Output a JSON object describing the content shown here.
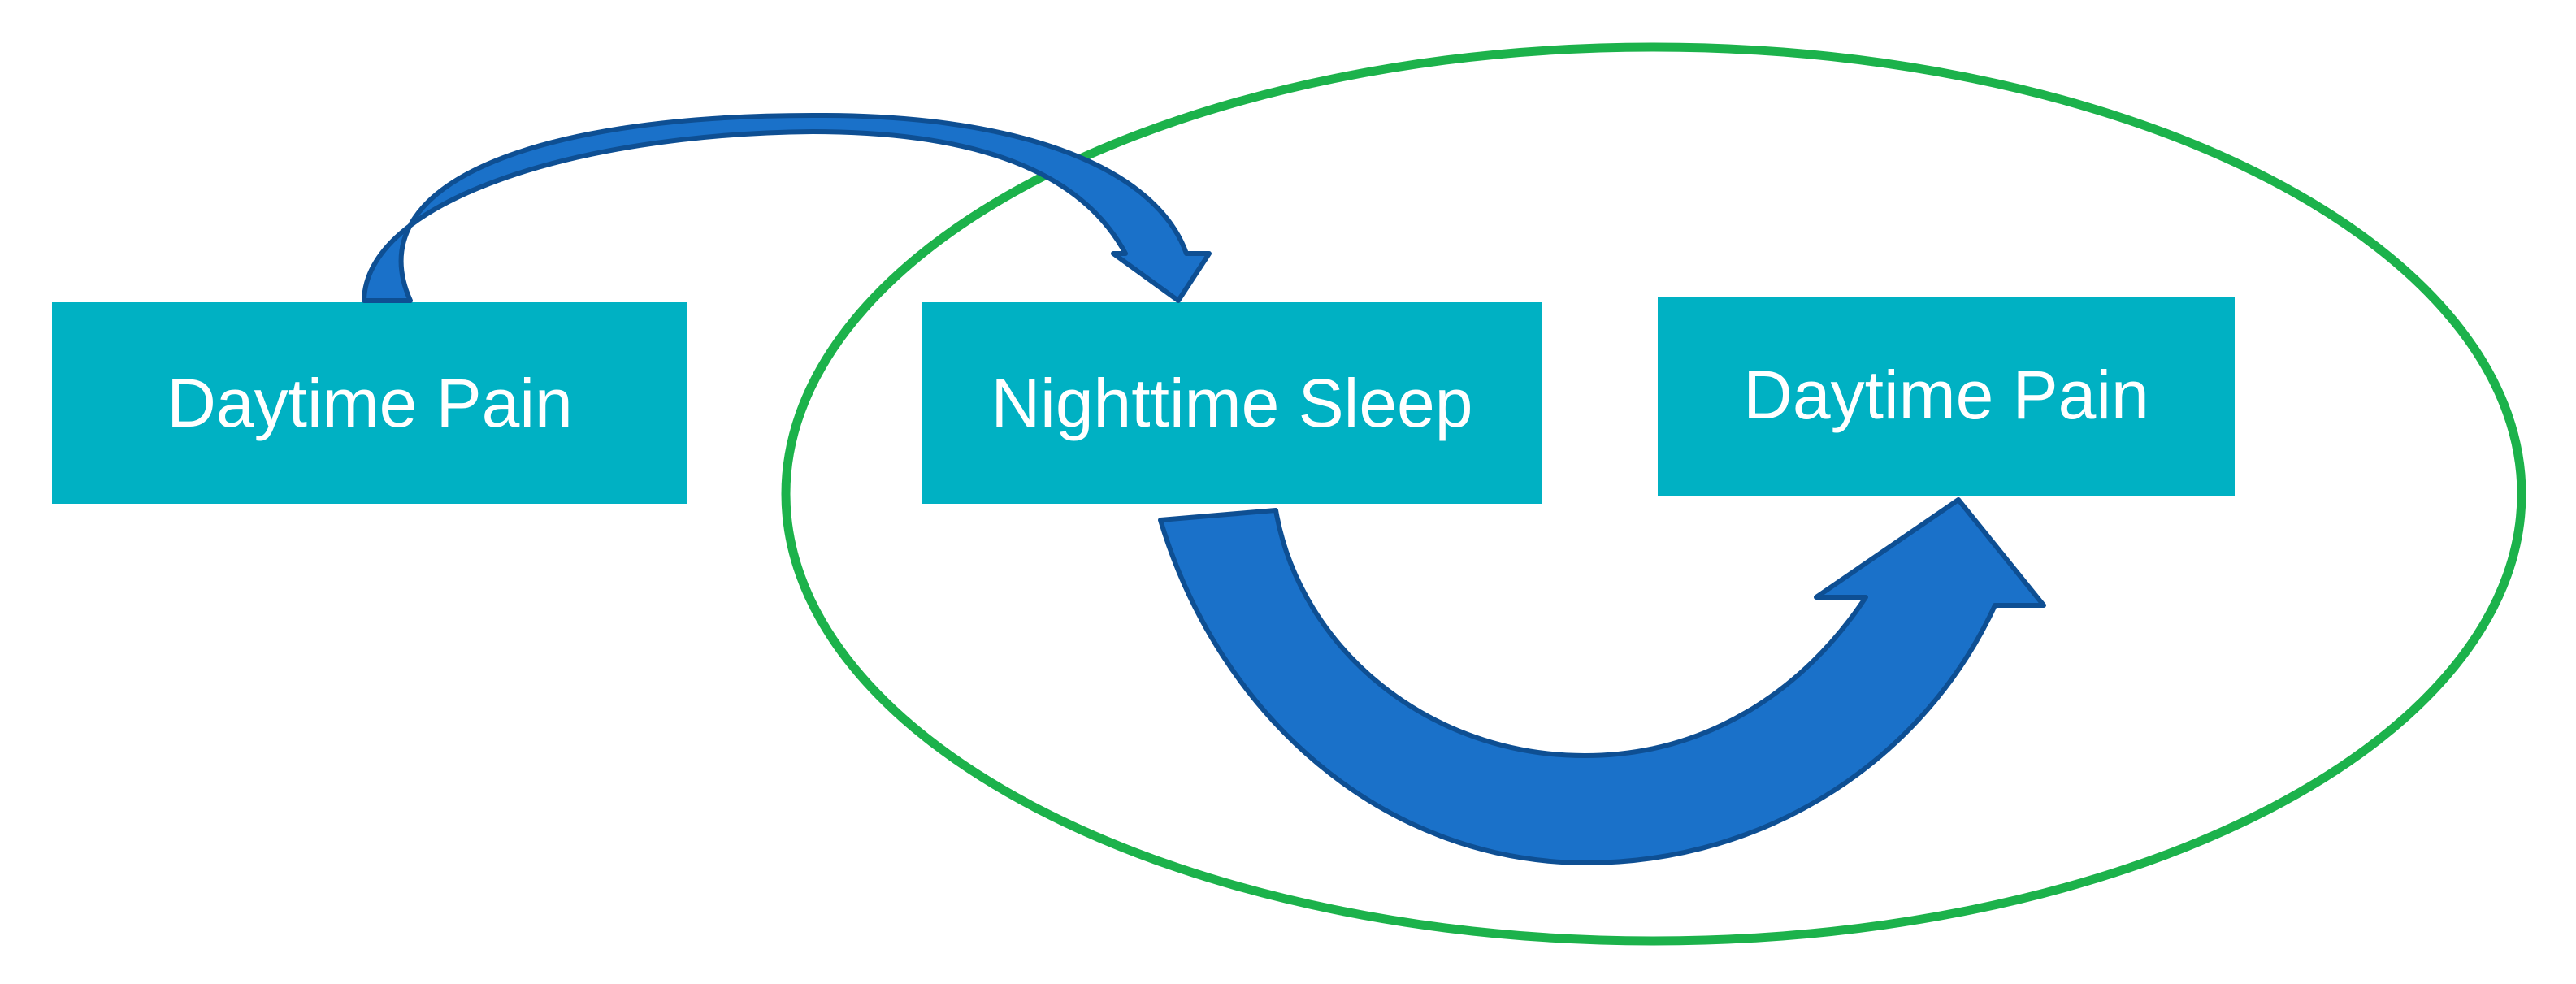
{
  "diagram": {
    "nodes": [
      {
        "id": "daytime-pain-1",
        "label": "Daytime Pain"
      },
      {
        "id": "nighttime-sleep",
        "label": "Nighttime Sleep"
      },
      {
        "id": "daytime-pain-2",
        "label": "Daytime Pain"
      }
    ],
    "edges": [
      {
        "from": "daytime-pain-1",
        "to": "nighttime-sleep"
      },
      {
        "from": "nighttime-sleep",
        "to": "daytime-pain-2"
      }
    ],
    "group": {
      "members": [
        "nighttime-sleep",
        "daytime-pain-2"
      ]
    },
    "colors": {
      "node_fill": "#00B1C3",
      "node_text": "#ffffff",
      "arrow_fill": "#1A71C9",
      "arrow_stroke": "#0E4F93",
      "ellipse_stroke": "#1CB24B"
    }
  }
}
